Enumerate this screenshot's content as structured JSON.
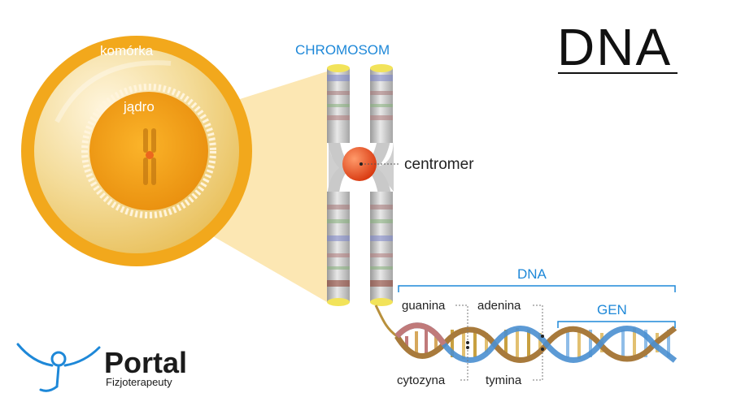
{
  "title": "DNA",
  "labels": {
    "cell": "komórka",
    "nucleus": "jądro",
    "chromosome": "CHROMOSOM",
    "centromere": "centromer",
    "dna": "DNA",
    "gene": "GEN",
    "guanine": "guanina",
    "adenine": "adenina",
    "cytosine": "cytozyna",
    "thymine": "tymina"
  },
  "logo": {
    "name": "Portal",
    "tagline": "Fizjoterapeuty"
  },
  "colors": {
    "accent_blue": "#1e88d8",
    "cell_orange": "#f2a81c",
    "centromere": "#e8501c",
    "helix_brown": "#a87a3c",
    "helix_blue": "#4a8fd0"
  }
}
